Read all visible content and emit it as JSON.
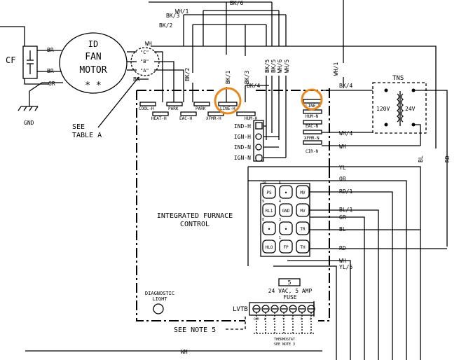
{
  "diagram": {
    "wire_top": [
      "BK/6",
      "WH/1",
      "BK/3",
      "BK/2",
      "WH",
      "BR",
      "BR",
      "GR",
      "BK",
      "BK/4",
      "BK/4",
      "WH/4",
      "WH"
    ],
    "wire_vertical": [
      "BK/2",
      "BK/1",
      "BK/3",
      "BK/5",
      "BK/5",
      "WH/6",
      "WH/5",
      "WH/1"
    ],
    "motor": {
      "line1": "ID",
      "line2": "FAN",
      "line3": "MOTOR",
      "mark": "* *"
    },
    "motor_terminals": [
      "\"C\"",
      "\"B\"",
      "\"A\""
    ],
    "capacitor": "CF",
    "ground": "GND",
    "see_table": {
      "line1": "SEE",
      "line2": "TABLE A"
    },
    "terminals_row1": [
      "COOL-H",
      "PARK",
      "PARK",
      "LINE-H",
      "HUM-H"
    ],
    "terminals_row2": [
      "HEAT-H",
      "EAC-H",
      "XFMR-H"
    ],
    "right_terminals": [
      "LINE-N",
      "HUM-N",
      "EAC-N",
      "XFMR-N",
      "CIR-N"
    ],
    "left_connector": [
      "IND-H",
      "IGN-H",
      "IND-N",
      "IGN-N"
    ],
    "transformer": {
      "name": "TNS",
      "primary": "120V",
      "secondary": "24V"
    },
    "side_wires": [
      "BL",
      "RD"
    ],
    "right_bus": [
      "YL",
      "OR",
      "RD/1",
      "BL/1",
      "GR",
      "BL",
      "RD",
      "WH",
      "YL/5"
    ],
    "board_title": {
      "line1": "INTEGRATED FURNACE",
      "line2": "CONTROL"
    },
    "plug": [
      {
        "pin": "10",
        "label": "PS"
      },
      {
        "pin": "5",
        "label": "•"
      },
      {
        "pin": "",
        "label": "MV"
      },
      {
        "pin": "9",
        "label": "RL1"
      },
      {
        "pin": "4",
        "label": "GND"
      },
      {
        "pin": "",
        "label": "MV"
      },
      {
        "pin": "8",
        "label": "•"
      },
      {
        "pin": "3",
        "label": "•"
      },
      {
        "pin": "",
        "label": "TR"
      },
      {
        "pin": "",
        "label": "HLO"
      },
      {
        "pin": "1",
        "label": "FP"
      },
      {
        "pin": "",
        "label": "TH"
      }
    ],
    "fuse": {
      "number": "5",
      "line1": "24 VAC, 5 AMP",
      "line2": "FUSE"
    },
    "diag_light": {
      "line1": "DIAGNOSTIC",
      "line2": "LIGHT"
    },
    "lvtb": {
      "label": "LVTB",
      "terms": [
        "COM",
        "W",
        "W",
        "Y",
        "G",
        "R",
        "C"
      ]
    },
    "thermostat": {
      "line1": "THERMOSTAT",
      "line2": "SEE NOTE 3"
    },
    "see_note": "SEE NOTE 5",
    "bottom_wire": "WH"
  },
  "colors": {
    "line": "#000000",
    "highlight": "#e8891e"
  }
}
